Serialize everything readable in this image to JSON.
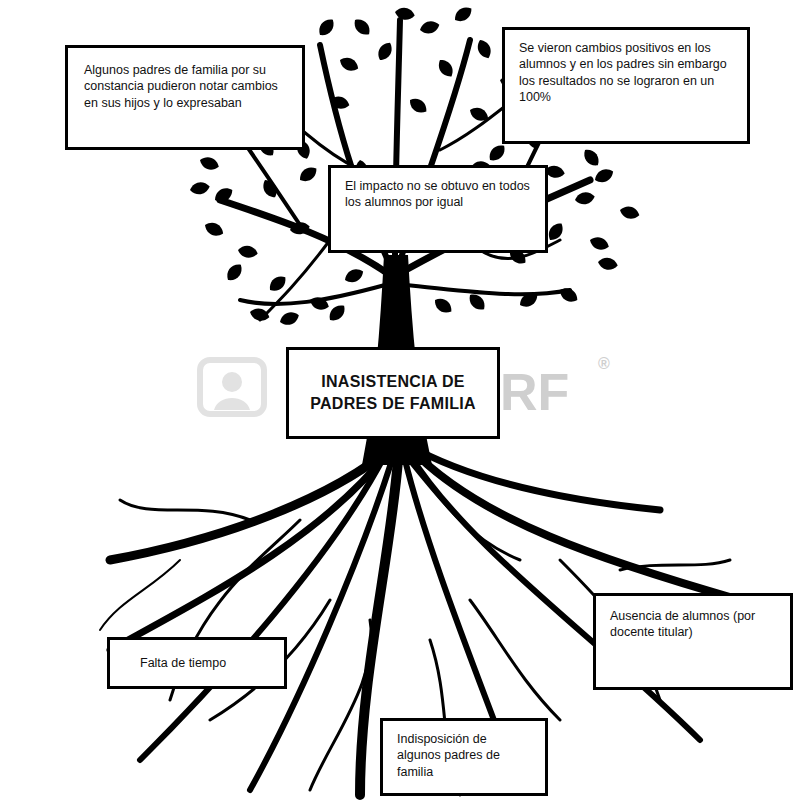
{
  "diagram": {
    "nodes": [
      {
        "text": [
          "Algunos padres de familia por su constancia pudieron notar cambios en sus hijos y lo expresaban"
        ]
      },
      {
        "text": [
          "Se vieron cambios positivos en los alumnos y en los padres sin embargo los resultados no se lograron en un 100%"
        ]
      },
      {
        "text": [
          "El impacto no se obtuvo en todos los alumnos por igual"
        ]
      },
      {
        "text": [
          "INASISTENCIA DE PADRES DE FAMILIA"
        ]
      },
      {
        "text": [
          "Falta de tiempo"
        ]
      },
      {
        "text": [
          "Ausencia de alumnos (por docente titular)"
        ]
      },
      {
        "text": [
          "Indisposición de algunos padres de familia"
        ]
      }
    ],
    "edges": [],
    "labels": [
      "RF",
      "®"
    ]
  }
}
